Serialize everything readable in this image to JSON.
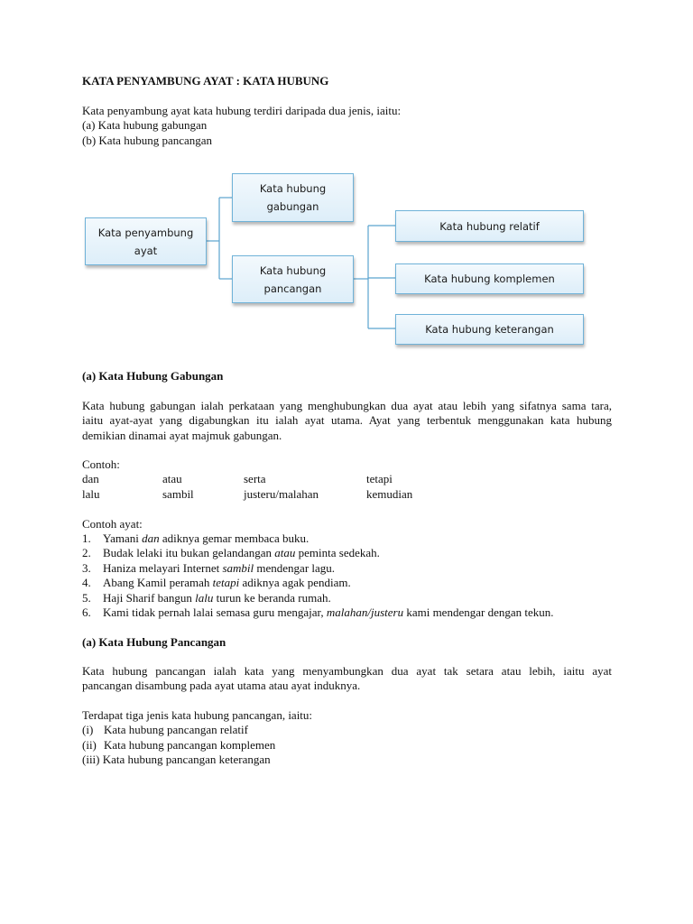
{
  "title": "KATA PENYAMBUNG AYAT : KATA HUBUNG",
  "intro": {
    "line1": "Kata penyambung ayat kata hubung terdiri daripada dua jenis, iaitu:",
    "line2": "(a) Kata hubung gabungan",
    "line3": "(b) Kata hubung pancangan"
  },
  "diagram": {
    "root": {
      "line1": "Kata penyambung",
      "line2": "ayat"
    },
    "gabungan": {
      "line1": "Kata hubung",
      "line2": "gabungan"
    },
    "pancangan": {
      "line1": "Kata hubung",
      "line2": "pancangan"
    },
    "relatif": "Kata hubung relatif",
    "komplemen": "Kata hubung komplemen",
    "keterangan": "Kata hubung keterangan"
  },
  "section_gabungan": {
    "heading": "(a)  Kata Hubung Gabungan",
    "para_line1": "Kata hubung gabungan ialah perkataan yang menghubungkan dua ayat atau lebih yang sifatnya sama tara,",
    "para_line2": "iaitu ayat-ayat yang digabungkan itu ialah ayat utama. Ayat yang terbentuk menggunakan kata hubung",
    "para_line3": "demikian dinamai ayat majmuk gabungan.",
    "contoh_label": "Contoh:",
    "examples": [
      [
        "dan",
        "atau",
        "serta",
        "tetapi"
      ],
      [
        "lalu",
        "sambil",
        "justeru/malahan",
        "kemudian"
      ]
    ],
    "contoh_ayat_label": "Contoh ayat:",
    "sentences": [
      {
        "num": "1.",
        "before": "Yamani ",
        "em": "dan",
        "after": " adiknya gemar membaca buku."
      },
      {
        "num": "2.",
        "before": "Budak lelaki itu bukan gelandangan ",
        "em": "atau",
        "after": " peminta sedekah."
      },
      {
        "num": "3.",
        "before": "Haniza melayari Internet ",
        "em": "sambil",
        "after": " mendengar lagu."
      },
      {
        "num": "4.",
        "before": "Abang Kamil peramah ",
        "em": "tetapi",
        "after": " adiknya agak pendiam."
      },
      {
        "num": "5.",
        "before": "Haji Sharif bangun ",
        "em": "lalu",
        "after": " turun ke beranda rumah."
      },
      {
        "num": "6.",
        "before": "Kami tidak pernah lalai semasa guru mengajar, ",
        "em": "malahan/justeru",
        "after": " kami mendengar dengan tekun."
      }
    ]
  },
  "section_pancangan": {
    "heading": "(a)  Kata Hubung Pancangan",
    "para_line1": "Kata hubung pancangan ialah kata yang menyambungkan dua ayat tak setara atau lebih, iaitu ayat",
    "para_line2": "pancangan disambung pada ayat utama atau ayat induknya.",
    "types_intro": "Terdapat tiga jenis kata hubung pancangan, iaitu:",
    "types": [
      {
        "num": "(i)",
        "text": "Kata hubung pancangan relatif"
      },
      {
        "num": "(ii)",
        "text": "Kata hubung pancangan komplemen"
      },
      {
        "num": "(iii)",
        "text": "Kata hubung pancangan keterangan"
      }
    ]
  },
  "colors": {
    "box_border": "#6fb2d8",
    "box_fill_top": "#f3f9fd",
    "box_fill_bottom": "#ddeef9",
    "connector": "#5aa3cf"
  }
}
